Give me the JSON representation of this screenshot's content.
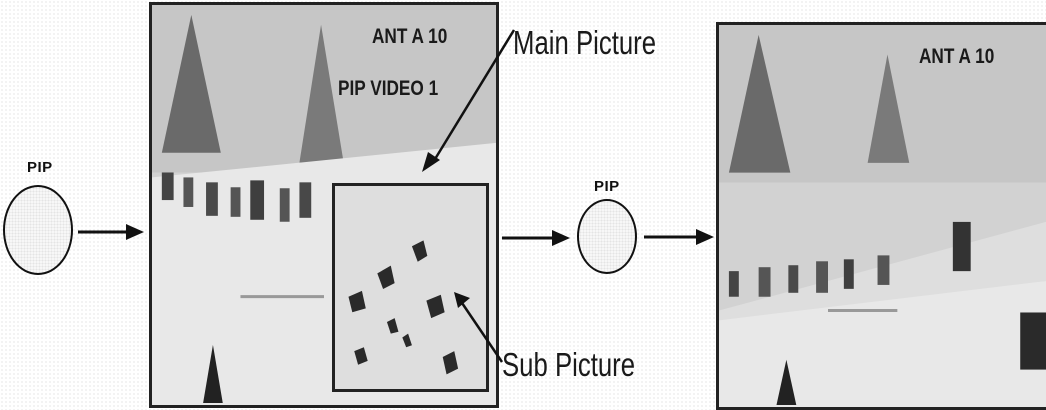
{
  "diagram": {
    "pip_button_label": "PIP",
    "main_osd": {
      "channel": "ANT A   10",
      "pip_status": "PIP VIDEO 1"
    },
    "result_osd": {
      "channel": "ANT A   10"
    },
    "callouts": {
      "main_picture": "Main Picture",
      "sub_picture": "Sub Picture"
    }
  },
  "colors": {
    "line": "#111111",
    "screen_gray": "#cfcfcf",
    "snow": "#e6e6e6"
  }
}
